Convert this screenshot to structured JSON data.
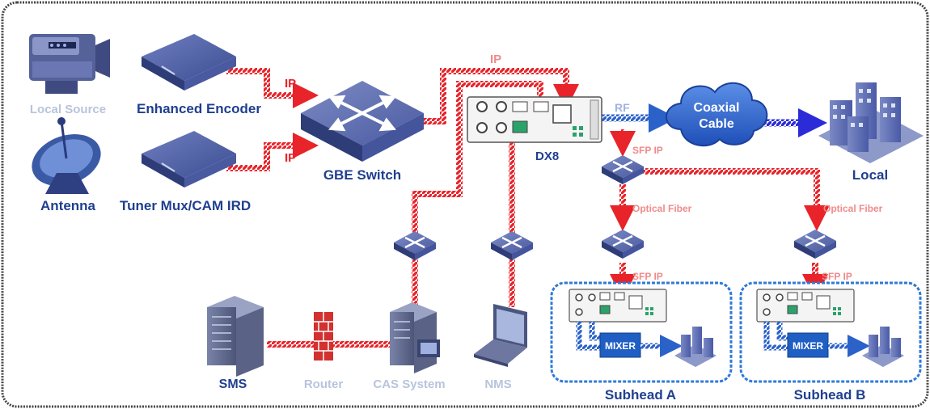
{
  "labels": {
    "local_source": "Local Source",
    "antenna": "Antenna",
    "enhanced_encoder": "Enhanced Encoder",
    "tuner_mux": "Tuner Mux/CAM IRD",
    "gbe_switch": "GBE Switch",
    "dx": "DX8",
    "coaxial_cable_line1": "Coaxial",
    "coaxial_cable_line2": "Cable",
    "local": "Local",
    "sms": "SMS",
    "router": "Router",
    "cas_system": "CAS System",
    "nms": "NMS",
    "subhead_a": "Subhead A",
    "subhead_b": "Subhead B",
    "mixer": "MIXER"
  },
  "link_labels": {
    "ip": "IP",
    "rf": "RF",
    "sfp_ip": "SFP IP",
    "optical_fiber": "Optical Fiber"
  },
  "colors": {
    "ip_link": "#e8232a",
    "rf_link": "#2a62c9",
    "coax_link": "#2b2bd8",
    "device_blue": "#3a4a86",
    "label_blue": "#1f3f8f",
    "faded_label": "#b8c4dc",
    "faded_link_label": "#f08a8a",
    "subhead_border": "#2f7ad6",
    "cloud": "#2f64d0"
  },
  "icons": {
    "local_source": "camera-icon",
    "antenna": "satellite-dish-icon",
    "encoder": "rack-device-icon",
    "switch": "network-switch-icon",
    "cloud": "cloud-icon",
    "buildings": "buildings-icon",
    "server": "server-icon",
    "firewall": "firewall-icon",
    "laptop": "laptop-icon"
  }
}
